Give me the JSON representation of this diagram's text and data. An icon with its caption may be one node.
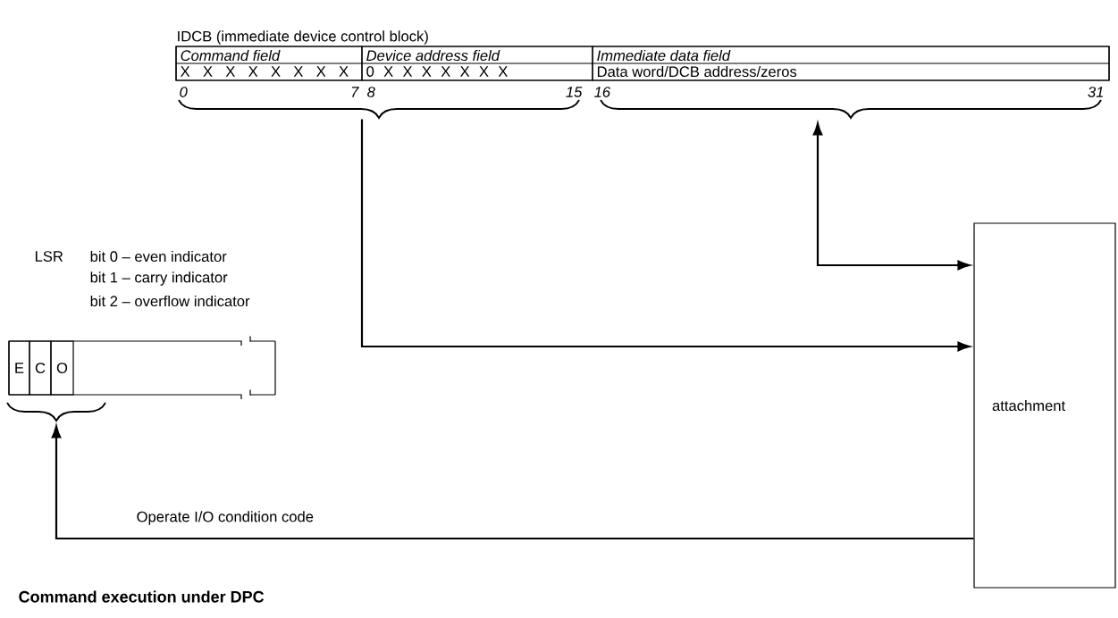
{
  "diagram": {
    "caption": "Command execution under DPC",
    "nodes": [
      {
        "text": [
          "IDCB (immediate device control block)"
        ]
      },
      {
        "text": [
          "Command field",
          "X X X X X X X X"
        ],
        "in": 0
      },
      {
        "text": [
          "Device address field",
          "0 X X X X X X X"
        ],
        "in": 0
      },
      {
        "text": [
          "Immediate data field",
          "Data word/DCB address/zeros"
        ],
        "in": 0
      },
      {
        "text": [],
        "shape": "brace"
      },
      {
        "text": [],
        "shape": "brace"
      },
      {
        "text": [
          "attachment"
        ]
      },
      {
        "text": [],
        "shape": "box"
      },
      {
        "text": [
          "E"
        ],
        "in": 7
      },
      {
        "text": [
          "C"
        ],
        "in": 7
      },
      {
        "text": [
          "O"
        ],
        "in": 7
      },
      {
        "text": [],
        "shape": "brace"
      }
    ],
    "edges": [
      {
        "from": 4,
        "to": 6,
        "arrow": "to"
      },
      {
        "from": 6,
        "to": 5,
        "arrow": "both"
      },
      {
        "from": 6,
        "to": 11,
        "arrow": "to",
        "label": "Operate I/O condition code"
      }
    ],
    "labels": [
      "0",
      "7",
      "8",
      "15",
      "16",
      "31",
      "LSR",
      "bit 0 – even indicator",
      "bit 1 – carry indicator",
      "bit 2 – overflow indicator"
    ]
  }
}
